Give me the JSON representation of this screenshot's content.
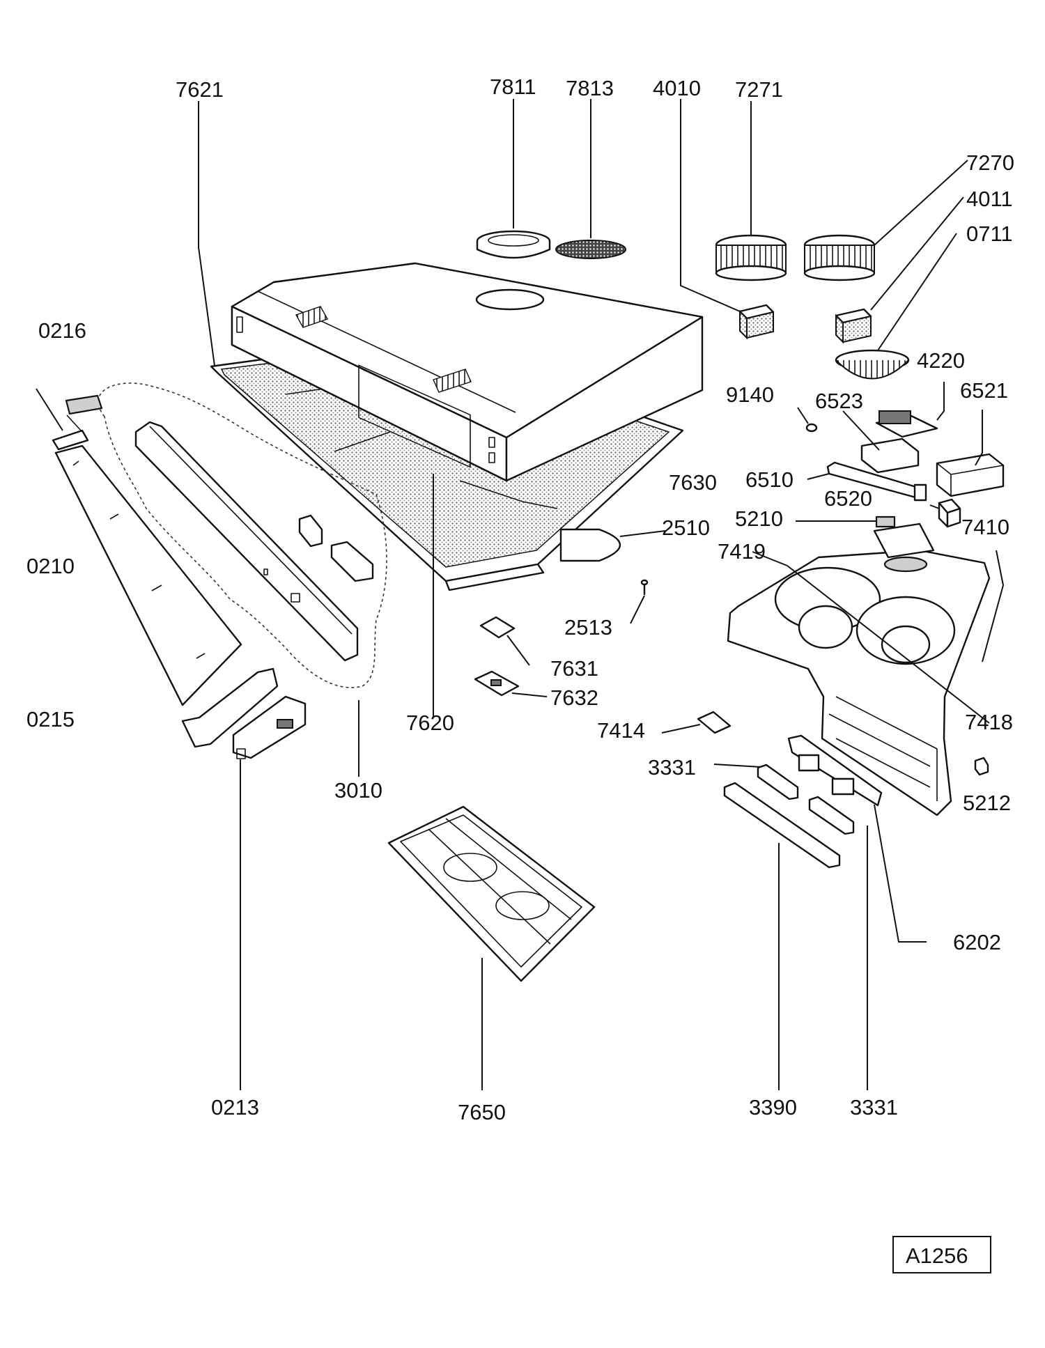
{
  "diagram": {
    "labels": {
      "l7621": "7621",
      "l7811": "7811",
      "l7813": "7813",
      "l4010": "4010",
      "l7271": "7271",
      "l7270": "7270",
      "l4011": "4011",
      "l0711": "0711",
      "l0216": "0216",
      "l4220": "4220",
      "l9140": "9140",
      "l6523": "6523",
      "l6521": "6521",
      "l7630": "7630",
      "l6510": "6510",
      "l6520": "6520",
      "l5210": "5210",
      "l7410": "7410",
      "l2510": "2510",
      "l7419": "7419",
      "l0210": "0210",
      "l2513": "2513",
      "l7631": "7631",
      "l7632": "7632",
      "l7620": "7620",
      "l7414": "7414",
      "l7418": "7418",
      "l0215": "0215",
      "l3331a": "3331",
      "l5212": "5212",
      "l3010": "3010",
      "l6202": "6202",
      "l0213": "0213",
      "l7650": "7650",
      "l3390": "3390",
      "l3331b": "3331"
    },
    "stamp": "A1256"
  }
}
